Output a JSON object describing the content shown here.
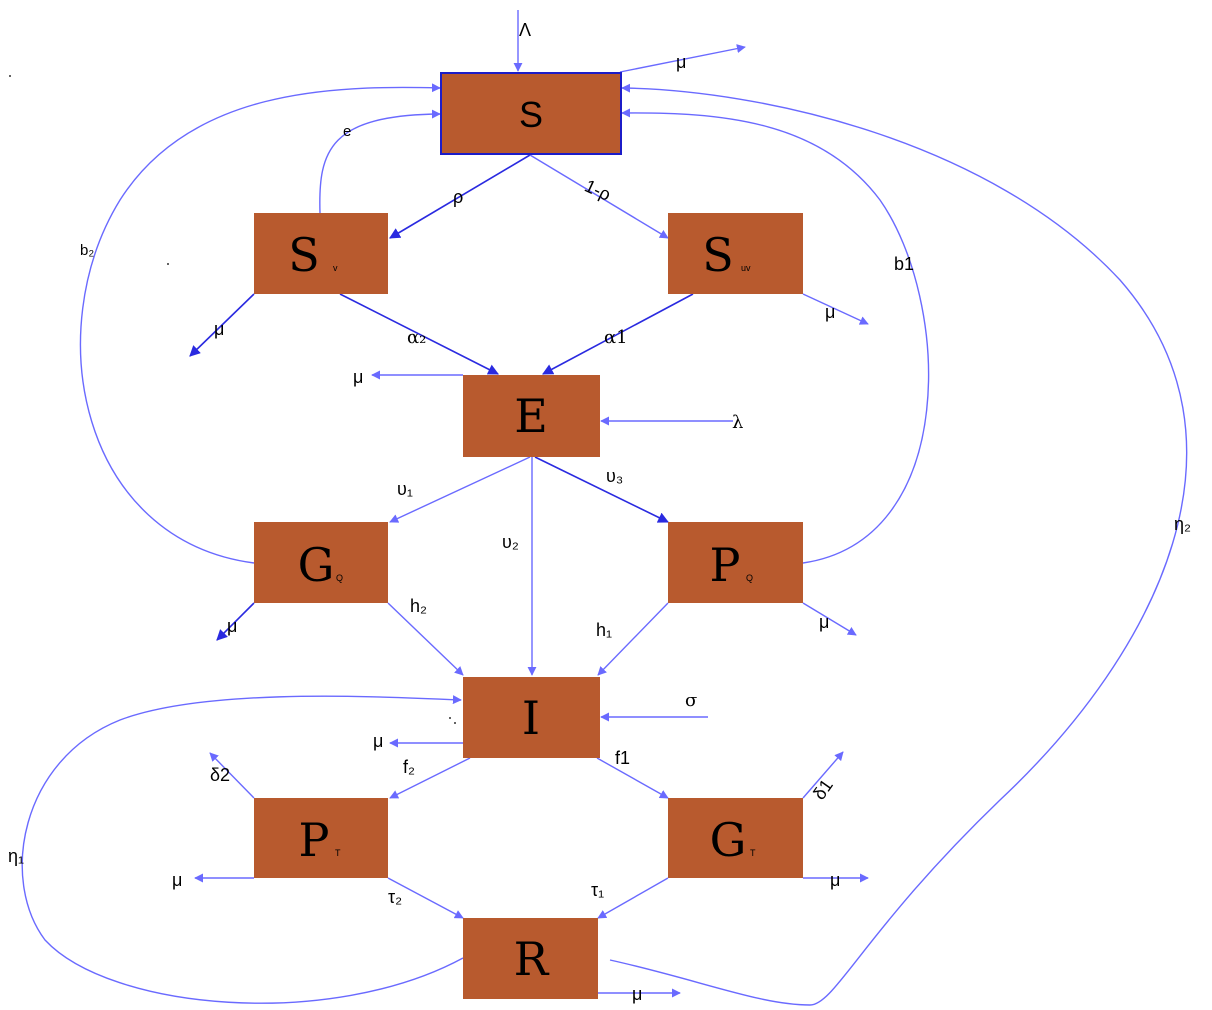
{
  "compartments": {
    "S": {
      "main": "S",
      "sub": ""
    },
    "Sv": {
      "main": "S",
      "sub": "v"
    },
    "Suv": {
      "main": "S",
      "sub": "uv"
    },
    "E": {
      "main": "E",
      "sub": ""
    },
    "GQ": {
      "main": "G",
      "sub": "Q"
    },
    "PQ": {
      "main": "P",
      "sub": "Q"
    },
    "I": {
      "main": "I",
      "sub": ""
    },
    "PT": {
      "main": "P",
      "sub": "T"
    },
    "GT": {
      "main": "G",
      "sub": "T"
    },
    "R": {
      "main": "R",
      "sub": ""
    }
  },
  "labels": {
    "recruitment": "Λ",
    "mu": "μ",
    "e": "e",
    "rho": "ρ",
    "one_minus_rho": "1-ρ",
    "b2": "b₂",
    "b1": "b1",
    "alpha2": "α₂",
    "alpha1": "α1",
    "lambda": "λ",
    "upsilon1": "υ₁",
    "upsilon2": "υ₂",
    "upsilon3": "υ₃",
    "h2": "h₂",
    "h1": "h₁",
    "sigma": "σ",
    "f2": "f₂",
    "f1": "f1",
    "delta2": "δ2",
    "delta1": "δ1",
    "tau2": "τ₂",
    "tau1": "τ₁",
    "eta1": "η₁",
    "eta2": "η₂"
  },
  "colors": {
    "box_fill": "#b85a2e",
    "edge": "#6a6aff",
    "edge_dark": "#2a2ae0"
  }
}
